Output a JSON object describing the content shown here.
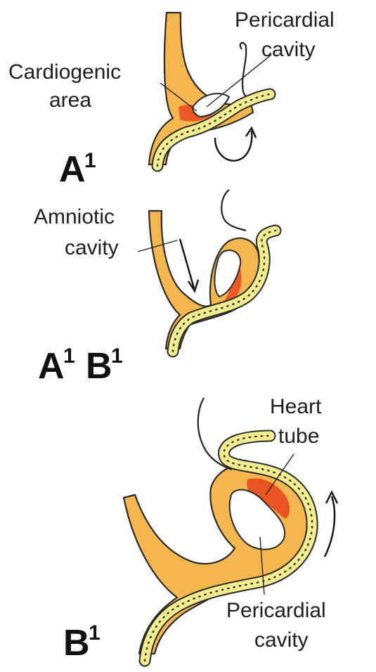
{
  "panels": [
    {
      "stage": "A",
      "stage_sup": "1",
      "labels": {
        "cardiogenic_line1": "Cardiogenic",
        "cardiogenic_line2": "area",
        "pericardial_line1": "Pericardial",
        "pericardial_line2": "cavity"
      }
    },
    {
      "stage_a": "A",
      "stage_a_sup": "1",
      "stage_b": "B",
      "stage_b_sup": "1",
      "labels": {
        "amniotic_line1": "Amniotic",
        "amniotic_line2": "cavity"
      }
    },
    {
      "stage": "B",
      "stage_sup": "1",
      "labels": {
        "heart_line1": "Heart",
        "heart_line2": "tube",
        "pericardial_line1": "Pericardial",
        "pericardial_line2": "cavity"
      }
    }
  ],
  "colors": {
    "mesoderm": "#f4b64f",
    "endoderm": "#f3ec8e",
    "cardiogenic": "#e8491e"
  },
  "icons": [
    "arrow-folding-icon",
    "arrow-down-icon",
    "arrow-up-icon"
  ]
}
